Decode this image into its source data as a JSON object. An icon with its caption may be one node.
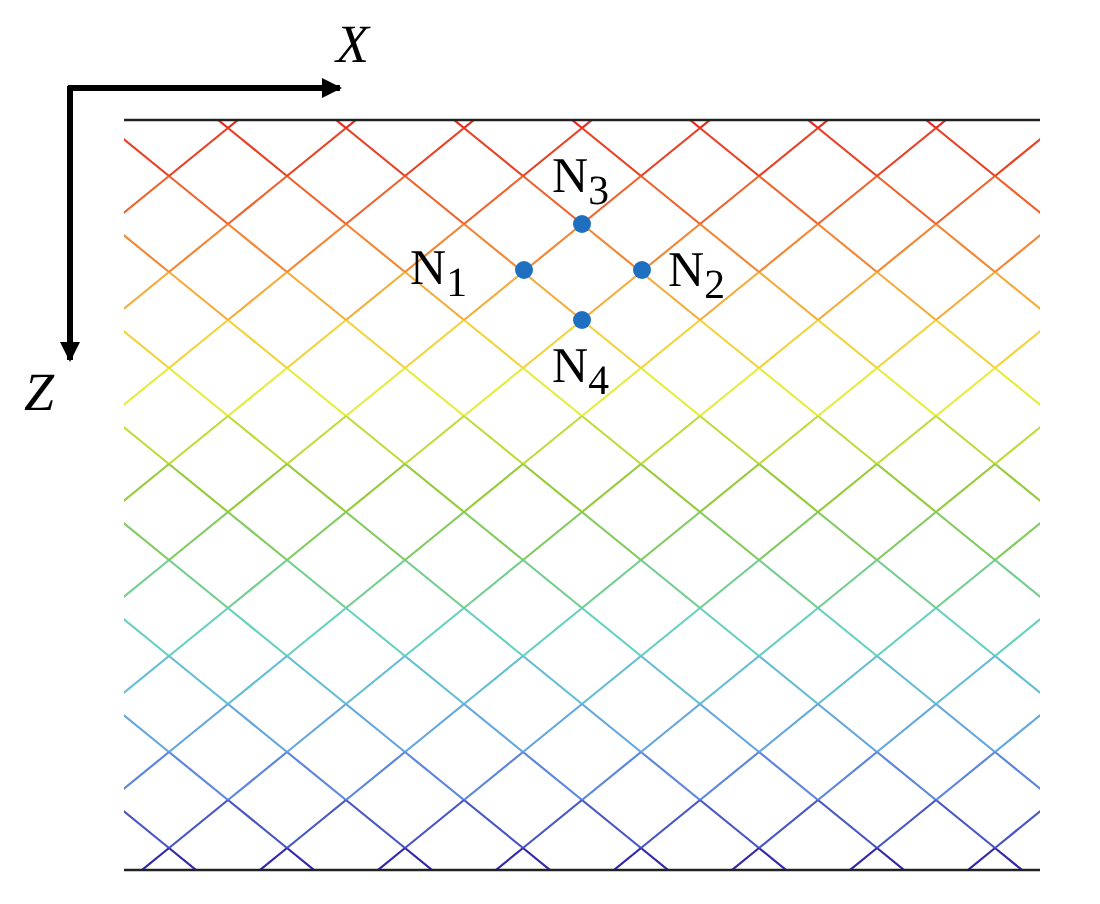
{
  "diagram": {
    "labels": [
      "X",
      "N$_{3}$",
      "N$_{1}$",
      "N$_{2}$",
      "N$_{4}$",
      "Z"
    ]
  }
}
